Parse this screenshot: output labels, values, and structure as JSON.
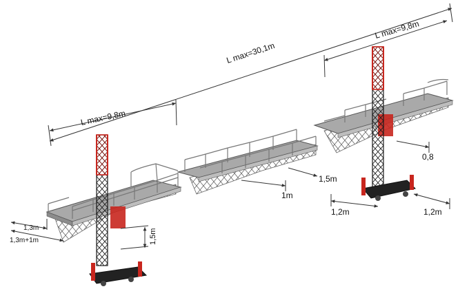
{
  "labels": {
    "total_length": "L max=30,1m",
    "left_length": "L max=9,8m",
    "right_length": "L max=9,8m",
    "left_overhang": "1,3m",
    "left_extension": "1,3m+1m",
    "left_height": "1,5m",
    "middle_depth": "1m",
    "middle_height": "1,5m",
    "right_depth": "0,8",
    "base_left": "1,2m",
    "base_right": "1,2m"
  },
  "colors": {
    "mast_red": "#c8261e",
    "steel_dark": "#222222",
    "steel_mid": "#777777",
    "deck": "#a9a9a9",
    "deck_light": "#cfcfcf",
    "dim_line": "#333333"
  }
}
